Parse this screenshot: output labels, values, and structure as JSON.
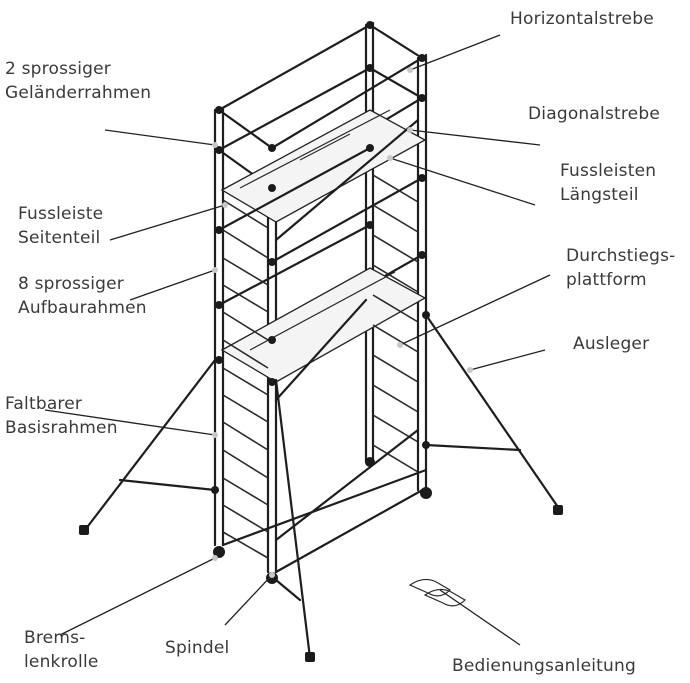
{
  "labels": {
    "horizontalstrebe": "Horizontalstrebe",
    "gelaenderrahmen_1": "2 sprossiger",
    "gelaenderrahmen_2": "Geländerrahmen",
    "diagonalstrebe": "Diagonalstrebe",
    "fussleisten_laengsteil_1": "Fussleisten",
    "fussleisten_laengsteil_2": "Längsteil",
    "fussleiste_seitenteil_1": "Fussleiste",
    "fussleiste_seitenteil_2": "Seitenteil",
    "durchstiegsplattform_1": "Durchstiegs-",
    "durchstiegsplattform_2": "plattform",
    "aufbaurahmen_1": "8 sprossiger",
    "aufbaurahmen_2": "Aufbaurahmen",
    "ausleger": "Ausleger",
    "basisrahmen_1": "Faltbarer",
    "basisrahmen_2": "Basisrahmen",
    "bremslenkrolle_1": "Brems-",
    "bremslenkrolle_2": "lenkrolle",
    "spindel": "Spindel",
    "bedienungsanleitung": "Bedienungsanleitung"
  }
}
